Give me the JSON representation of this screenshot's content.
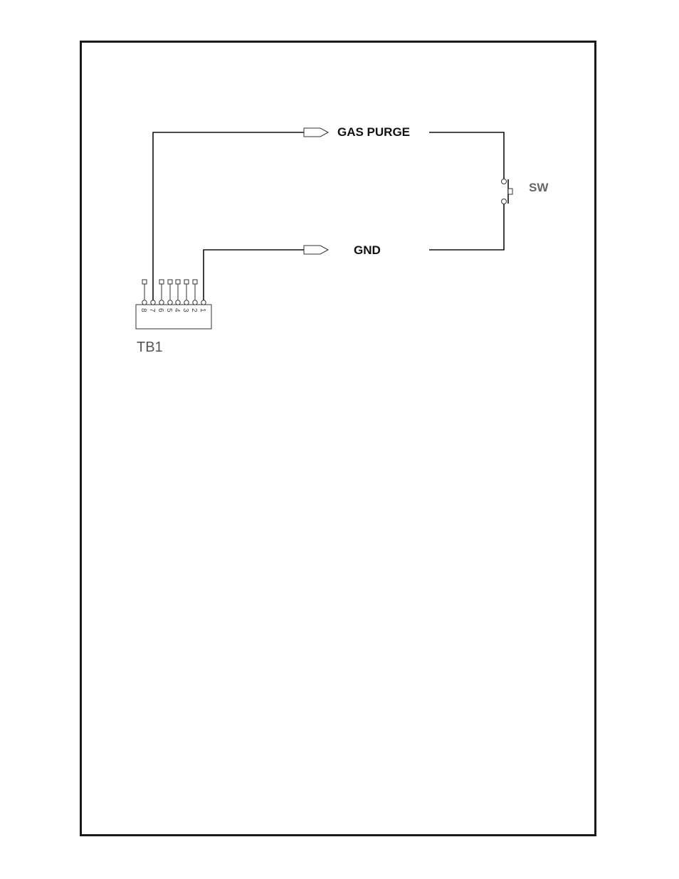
{
  "diagram": {
    "signals": {
      "gas_purge": "GAS PURGE",
      "gnd": "GND"
    },
    "switch_label": "SW",
    "terminal_block": {
      "label": "TB1",
      "pins": [
        "8",
        "7",
        "6",
        "5",
        "4",
        "3",
        "2",
        "1"
      ]
    }
  }
}
